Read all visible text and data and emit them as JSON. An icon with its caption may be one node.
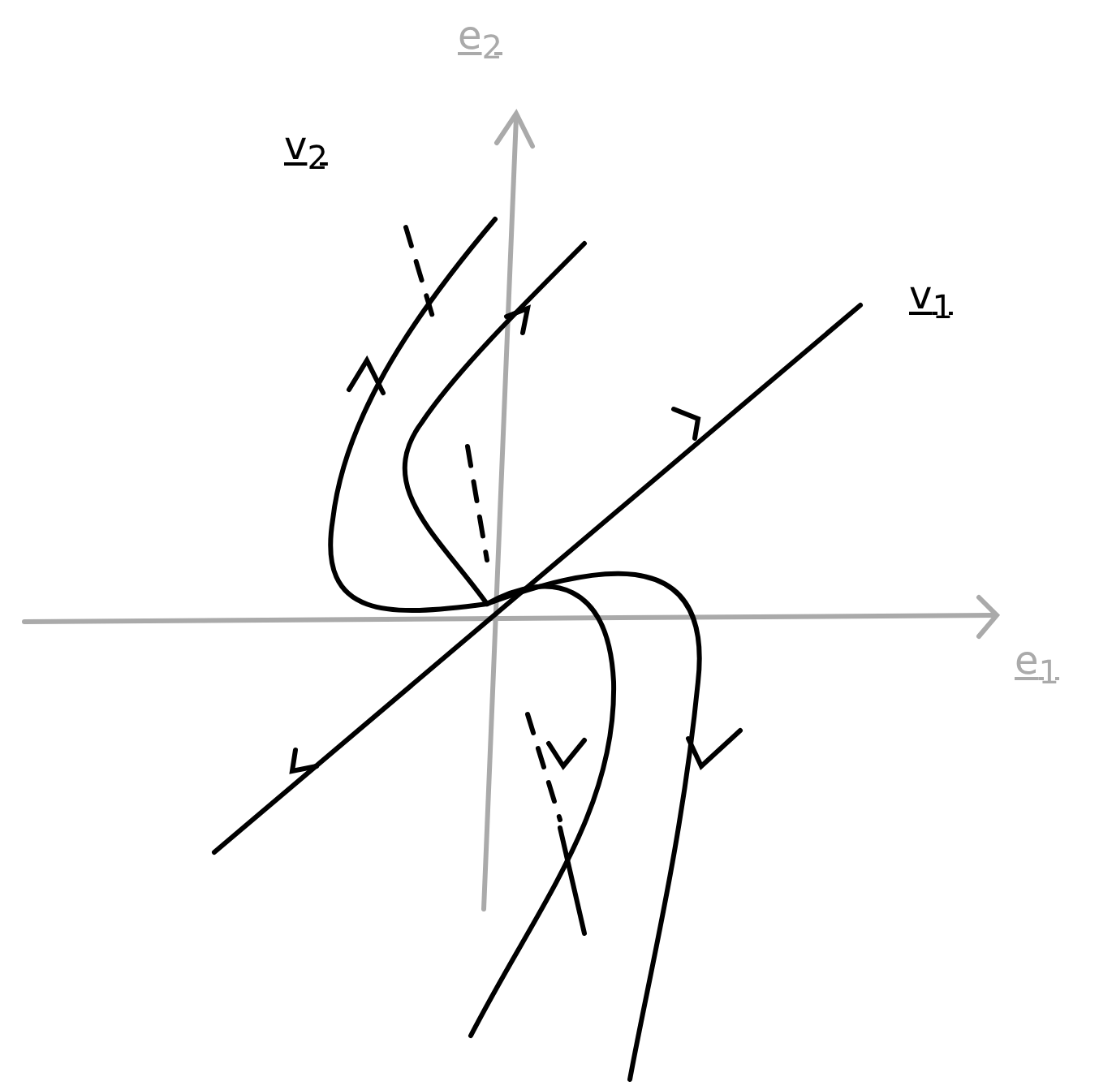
{
  "diagram": {
    "labels": [
      "e$_{2}$",
      "v$_{2}$",
      "v$_{1}$",
      "e$_{1}$"
    ]
  }
}
